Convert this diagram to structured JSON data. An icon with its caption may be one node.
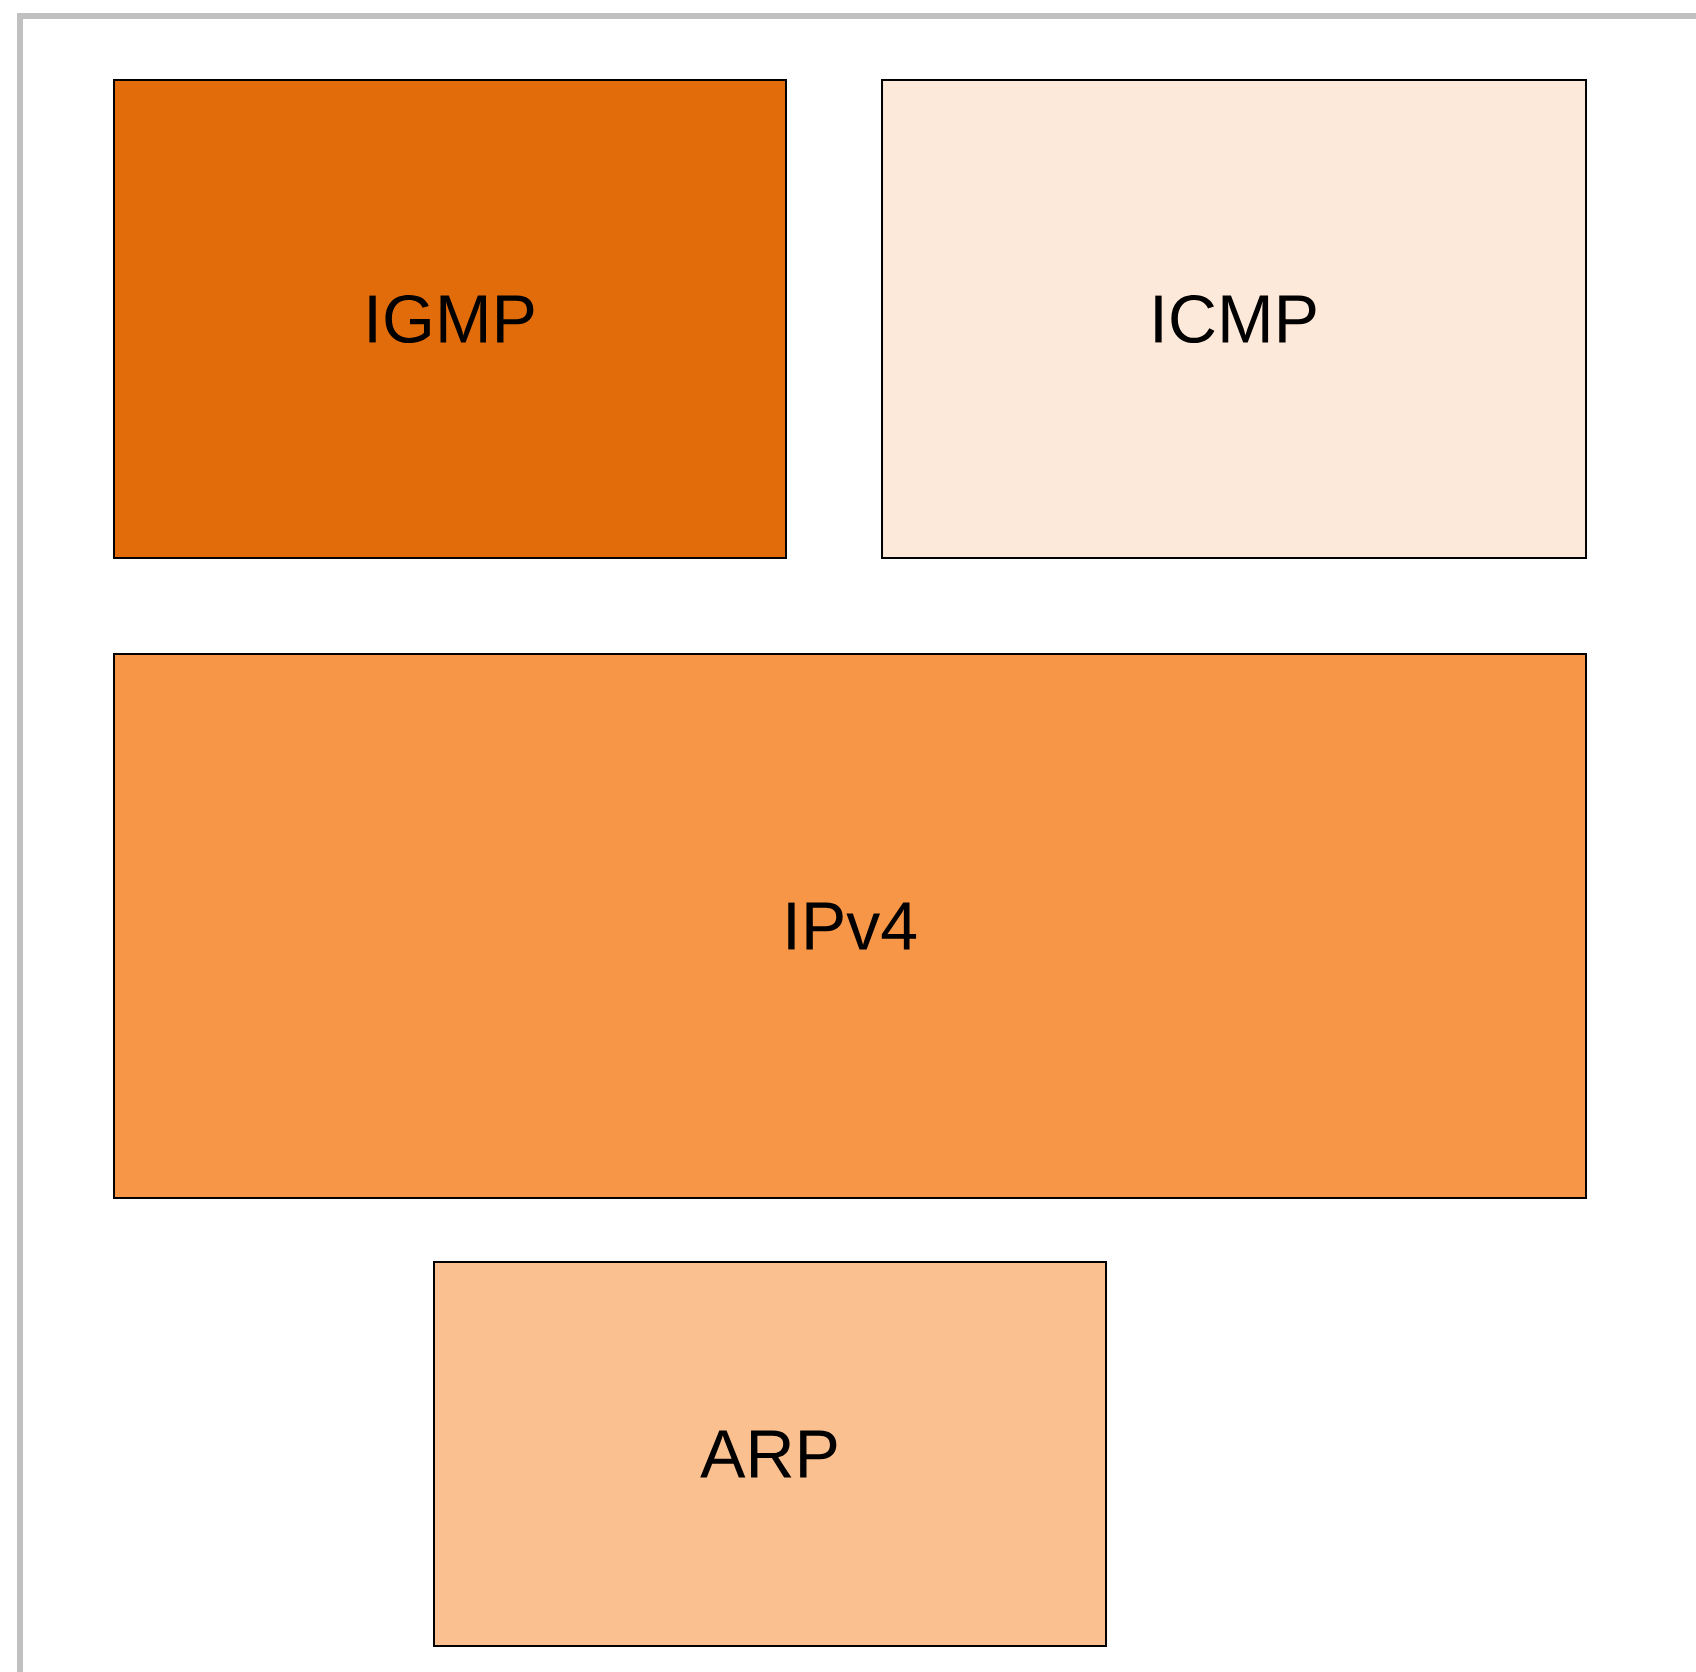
{
  "diagram": {
    "nodes": [
      {
        "text": [
          "IGMP"
        ]
      },
      {
        "text": [
          "ICMP"
        ]
      },
      {
        "text": [
          "IPv4"
        ]
      },
      {
        "text": [
          "ARP"
        ]
      }
    ]
  }
}
